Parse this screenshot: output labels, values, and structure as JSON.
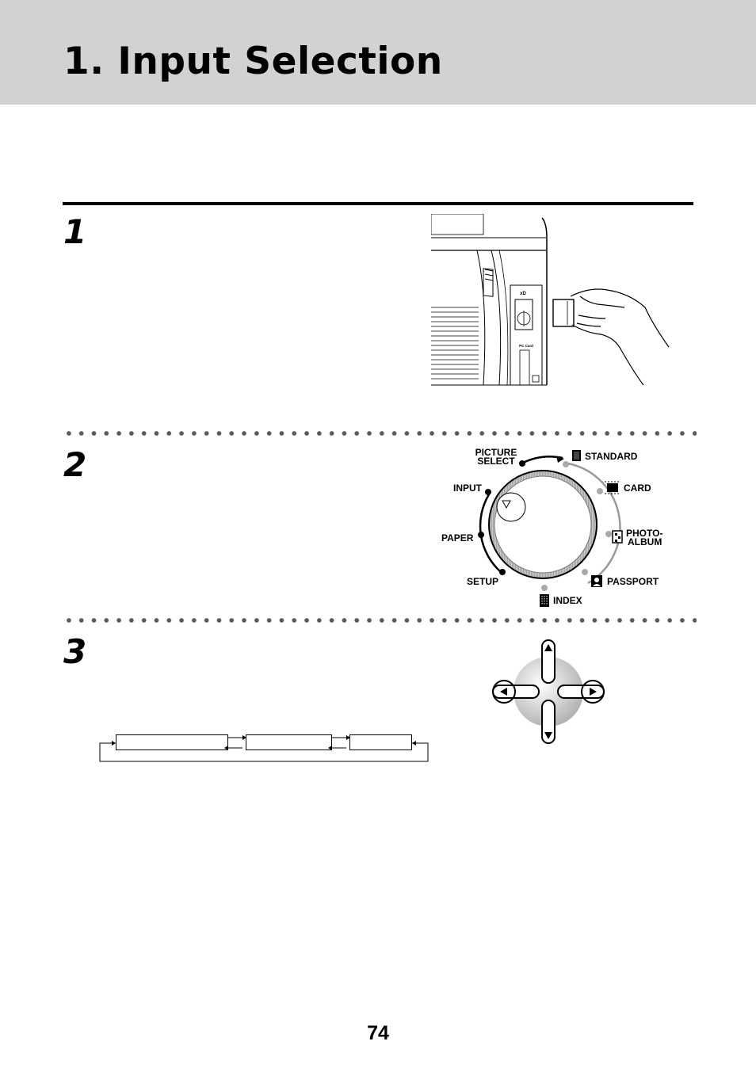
{
  "header": {
    "title": "1. Input Selection"
  },
  "steps": [
    {
      "number": "1"
    },
    {
      "number": "2"
    },
    {
      "number": "3"
    }
  ],
  "dial": {
    "labels": {
      "picture_select_1": "PICTURE",
      "picture_select_2": "SELECT",
      "standard": "STANDARD",
      "card": "CARD",
      "photo_album_1": "PHOTO-",
      "photo_album_2": "ALBUM",
      "passport": "PASSPORT",
      "index": "INDEX",
      "setup": "SETUP",
      "paper": "PAPER",
      "input": "INPUT"
    }
  },
  "card_slot": {
    "slot_label": "PC Card"
  },
  "footer": {
    "page_number": "74"
  }
}
